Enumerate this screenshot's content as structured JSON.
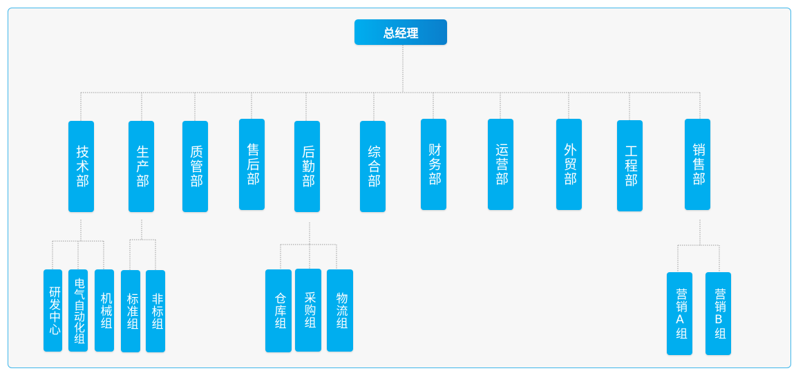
{
  "root": {
    "label": "总经理"
  },
  "departments": [
    {
      "label": "技术部"
    },
    {
      "label": "生产部"
    },
    {
      "label": "质管部"
    },
    {
      "label": "售后部"
    },
    {
      "label": "后勤部"
    },
    {
      "label": "综合部"
    },
    {
      "label": "财务部"
    },
    {
      "label": "运营部"
    },
    {
      "label": "外贸部"
    },
    {
      "label": "工程部"
    },
    {
      "label": "销售部"
    }
  ],
  "groups": {
    "tech": [
      {
        "label": "研发中心"
      },
      {
        "label": "电气自动化组"
      },
      {
        "label": "机械组"
      }
    ],
    "production": [
      {
        "label": "标准组"
      },
      {
        "label": "非标组"
      }
    ],
    "logistics": [
      {
        "label": "仓库组"
      },
      {
        "label": "采购组"
      },
      {
        "label": "物流组"
      }
    ],
    "sales": [
      {
        "label": "营销A组"
      },
      {
        "label": "营销B组"
      }
    ]
  },
  "colors": {
    "node": "#00aeef",
    "root_gradient_end": "#0a7fcc",
    "frame_border": "#3fb6ea",
    "connector": "#999999"
  }
}
